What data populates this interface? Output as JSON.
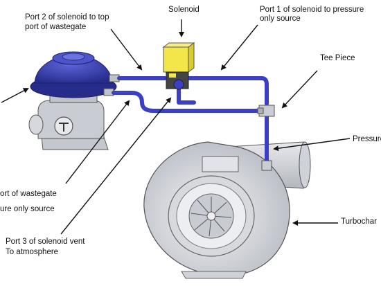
{
  "labels": {
    "solenoid": "Solenoid",
    "port2_line1": "Port 2 of solenoid to top",
    "port2_line2": "port of wastegate",
    "port1_line1": "Port 1 of solenoid to pressure",
    "port1_line2": "only source",
    "tee_piece": "Tee Piece",
    "pressure": "Pressure",
    "turbocharger": "Turbochar",
    "wastegate_port_line1": "ort of wastegate",
    "wastegate_port_line2": "ure only source",
    "port3_line1": "Port 3 of solenoid vent",
    "port3_line2": "To atmosphere"
  },
  "colors": {
    "hose": "#3b3fc4",
    "wastegate_cap": "#3a42b0",
    "solenoid_body": "#f2e64a",
    "metal": "#c9ccd3",
    "outline": "#333333"
  }
}
